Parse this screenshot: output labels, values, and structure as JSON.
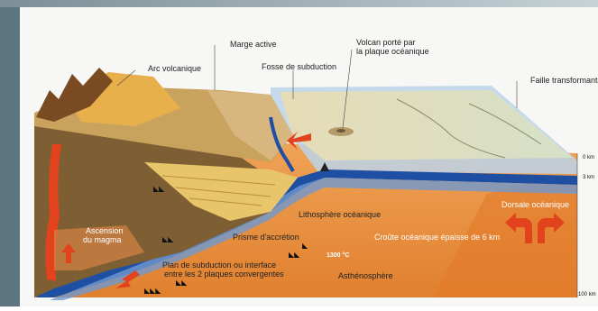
{
  "labels": {
    "arc_volcanique": "Arc volcanique",
    "marge_active": "Marge active",
    "fosse_subduction": "Fosse de subduction",
    "volcan_line1": "Volcan porté par",
    "volcan_line2": "la plaque océanique",
    "faille_transformante": "Faille transformante",
    "lithosphere": "Lithosphère océanique",
    "ascension_line1": "Ascension",
    "ascension_line2": "du magma",
    "prisme": "Prisme d'accrétion",
    "croute": "Croûte océanique épaisse de 6 km",
    "dorsale": "Dorsale océanique",
    "plan_line1": "Plan de subduction ou interface",
    "plan_line2": "entre les 2 plaques convergentes",
    "temp": "1300 °C",
    "asthenosphere": "Asthénosphère"
  },
  "depth_scale": {
    "d0": "0 km",
    "d3": "3 km",
    "d100": "100 km"
  },
  "colors": {
    "ocean_surface": "#d9e3c8",
    "water": "#a9c6e4",
    "crust": "#1f4fa3",
    "mantle": "#e8923a",
    "asthenosphere": "#e9a04e",
    "magma": "#e2431d",
    "continent": "#8a6a3a"
  }
}
